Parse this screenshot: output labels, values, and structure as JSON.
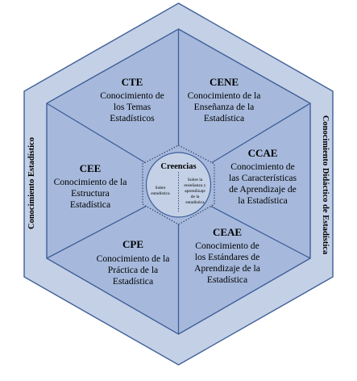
{
  "colors": {
    "outer_hex_fill": "#c3d0e6",
    "inner_hex_fill": "#a6b9dc",
    "center_fill": "#c3d0e6",
    "stroke": "#3f5f98",
    "text": "#000000"
  },
  "side_labels": {
    "left": "Conocimiento Estadístico",
    "right": "Conocimiento Didáctico de Estadística"
  },
  "segments": {
    "cte": {
      "code": "CTE",
      "lines": [
        "Conocimiento de",
        "los Temas",
        "Estadísticos"
      ]
    },
    "cene": {
      "code": "CENE",
      "lines": [
        "Conocimiento de la",
        "Enseñanza de la",
        "Estadística"
      ]
    },
    "ccae": {
      "code": "CCAE",
      "lines": [
        "Conocimiento de",
        "las Características",
        "de Aprendizaje de",
        "la Estadística"
      ]
    },
    "ceae": {
      "code": "CEAE",
      "lines": [
        "Conocimiento de",
        "los Estándares de",
        "Aprendizaje de la",
        "Estadística"
      ]
    },
    "cpe": {
      "code": "CPE",
      "lines": [
        "Conocimiento de la",
        "Práctica de la",
        "Estadística"
      ]
    },
    "cee": {
      "code": "CEE",
      "lines": [
        "Conocimiento de la",
        "Estructura",
        "Estadística"
      ]
    }
  },
  "center": {
    "title": "Creencias",
    "left_lines": [
      "Sobre",
      "estadística"
    ],
    "right_lines": [
      "Sobre la",
      "enseñanza y",
      "aprendizaje",
      "de la",
      "estadística"
    ]
  }
}
